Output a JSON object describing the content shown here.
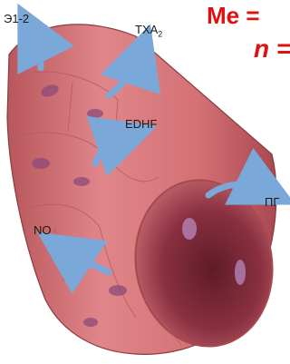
{
  "labels": {
    "et12": "Э1-2",
    "txa_main": "TXA",
    "txa_sub": "2",
    "edhf": "EDHF",
    "no": "NO",
    "pg": "ПГ"
  },
  "red_text": {
    "line1": "Me =",
    "line2": "n ="
  },
  "colors": {
    "vessel_outer": "#d9787a",
    "vessel_lumen": "#8a2f3a",
    "arrow": "#7aa8d8",
    "nucleus": "#8e4a7a",
    "red_text": "#e01010"
  }
}
